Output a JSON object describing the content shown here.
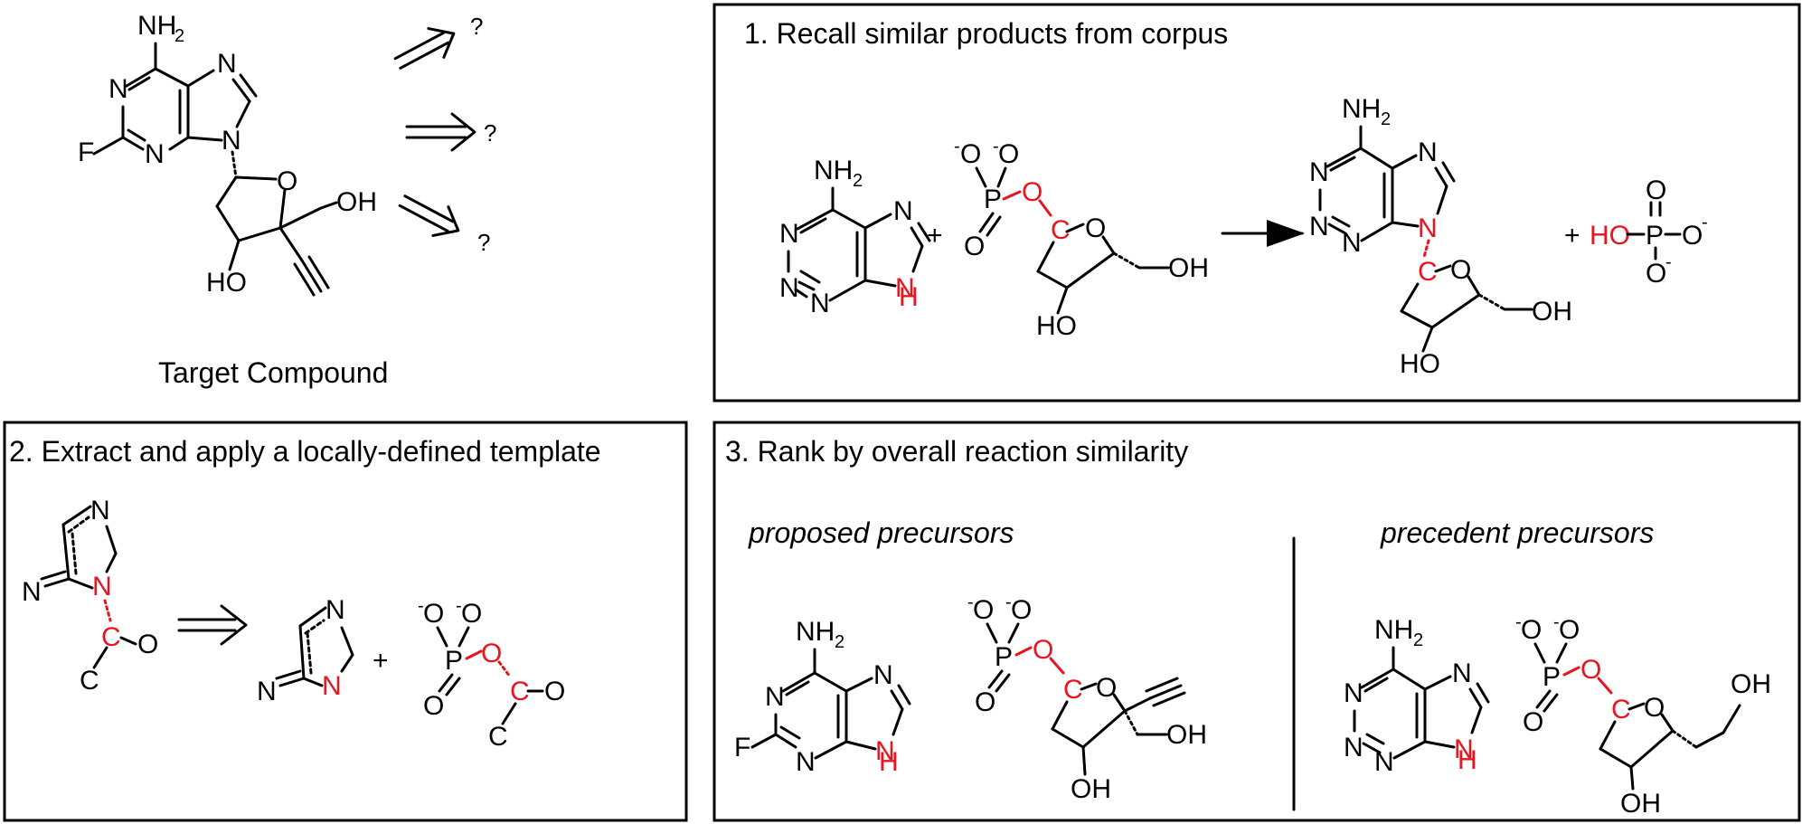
{
  "labels": {
    "target": "Target Compound",
    "step1": "1. Recall similar products from corpus",
    "step2": "2. Extract and apply a locally-defined template",
    "step3": "3. Rank by overall reaction similarity",
    "proposed": "proposed precursors",
    "precedent": "precedent precursors",
    "question": "?"
  },
  "atoms": {
    "N": "N",
    "O": "O",
    "F": "F",
    "C": "C",
    "P": "P",
    "H": "H",
    "NH2": "NH",
    "sub2": "2",
    "OH": "OH",
    "HO": "HO",
    "minus": "-",
    "plus": "+"
  },
  "colors": {
    "highlight": "#e8141e",
    "ink": "#000000"
  }
}
